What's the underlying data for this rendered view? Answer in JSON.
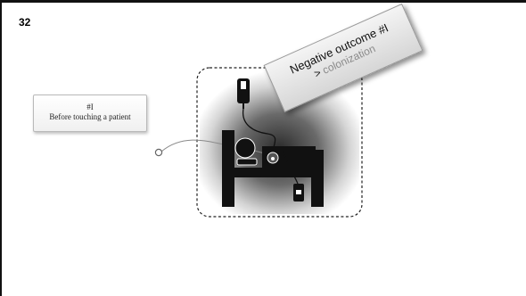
{
  "slide": {
    "number": "32"
  },
  "callout": {
    "line1": "#I",
    "line2": "Before touching a patient"
  },
  "note": {
    "title": "Negative outcome #I",
    "arrow": ">",
    "keyword": "colonization"
  },
  "colors": {
    "frame": "#111111",
    "icon": "#111111",
    "accent_text": "#8a8a8a",
    "dashed_border": "#222222"
  },
  "icons": [
    "hospital-bed-icon",
    "iv-bag-icon",
    "drainage-bag-icon",
    "patient-icon"
  ]
}
